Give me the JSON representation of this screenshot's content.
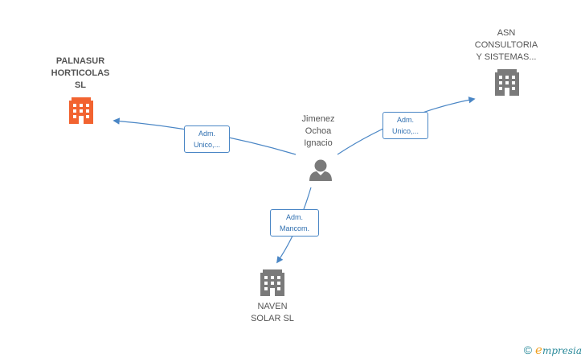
{
  "colors": {
    "edge": "#4a86c5",
    "company_highlight": "#f26330",
    "company": "#7a7a7a",
    "person": "#7a7a7a"
  },
  "nodes": {
    "palnasur": {
      "lines": [
        "PALNASUR",
        "HORTICOLAS",
        "SL"
      ],
      "icon": "building-icon"
    },
    "asn": {
      "lines": [
        "ASN",
        "CONSULTORIA",
        "Y SISTEMAS..."
      ],
      "icon": "building-icon"
    },
    "jimenez": {
      "lines": [
        "Jimenez",
        "Ochoa",
        "Ignacio"
      ],
      "icon": "person-icon"
    },
    "naven": {
      "lines": [
        "NAVEN",
        "SOLAR SL"
      ],
      "icon": "building-icon"
    }
  },
  "edges": {
    "to_palnasur": {
      "lines": [
        "Adm.",
        "Unico,..."
      ]
    },
    "to_asn": {
      "lines": [
        "Adm.",
        "Unico,..."
      ]
    },
    "to_naven": {
      "lines": [
        "Adm.",
        "Mancom."
      ]
    }
  },
  "footer": {
    "copyright": "©",
    "brand_initial": "e",
    "brand_rest": "mpresia"
  }
}
